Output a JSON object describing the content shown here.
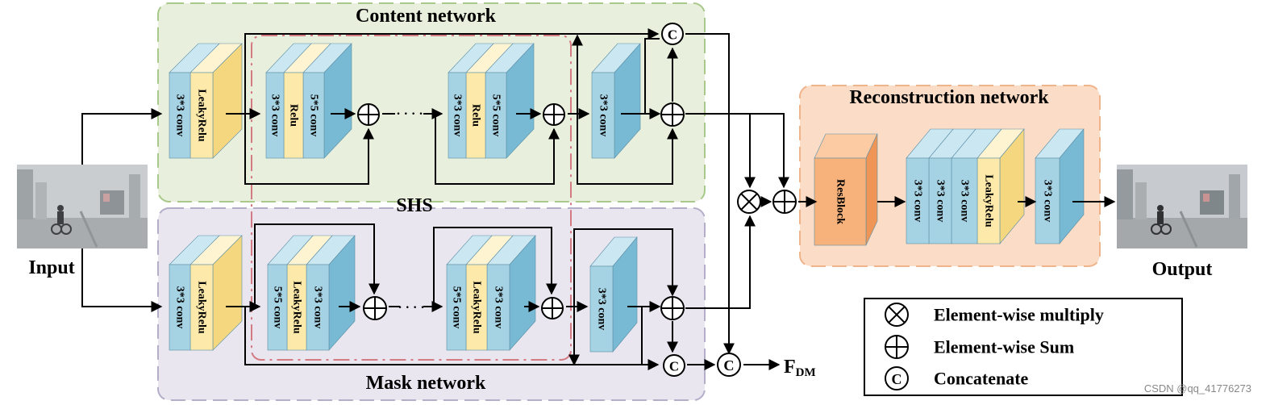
{
  "labels": {
    "content_network": "Content network",
    "mask_network": "Mask network",
    "reconstruction_network": "Reconstruction network",
    "shs": "SHS",
    "input": "Input",
    "output": "Output",
    "fdm_main": "F",
    "fdm_sub": "DM",
    "dots": "· · · ·",
    "conv33": "3*3 conv",
    "conv55": "5*5 conv",
    "relu": "Relu",
    "leaky": "LeakyRelu",
    "resblock": "ResBlock",
    "concat_symbol": "C",
    "watermark": "CSDN @qq_41776273"
  },
  "legend": [
    {
      "symbol": "multiply-icon",
      "label": "Element-wise multiply"
    },
    {
      "symbol": "sum-icon",
      "label": "Element-wise Sum"
    },
    {
      "symbol": "concat-icon",
      "label": "Concatenate"
    }
  ],
  "colors": {
    "content_bg": "#e8efdc",
    "content_border": "#a9c98a",
    "mask_bg": "#e9e6f0",
    "mask_border": "#b4aec8",
    "recon_bg": "#fbdcc6",
    "recon_border": "#f0b48a",
    "shs_border": "#d47a82",
    "conv_front": "#a6d3e4",
    "conv_side": "#78b9d3",
    "conv_top": "#cbe7f2",
    "act_front": "#fde9a9",
    "act_top": "#fff4d2",
    "res_front": "#f7b27b",
    "res_side": "#ef9657",
    "res_top": "#fccaa3"
  }
}
